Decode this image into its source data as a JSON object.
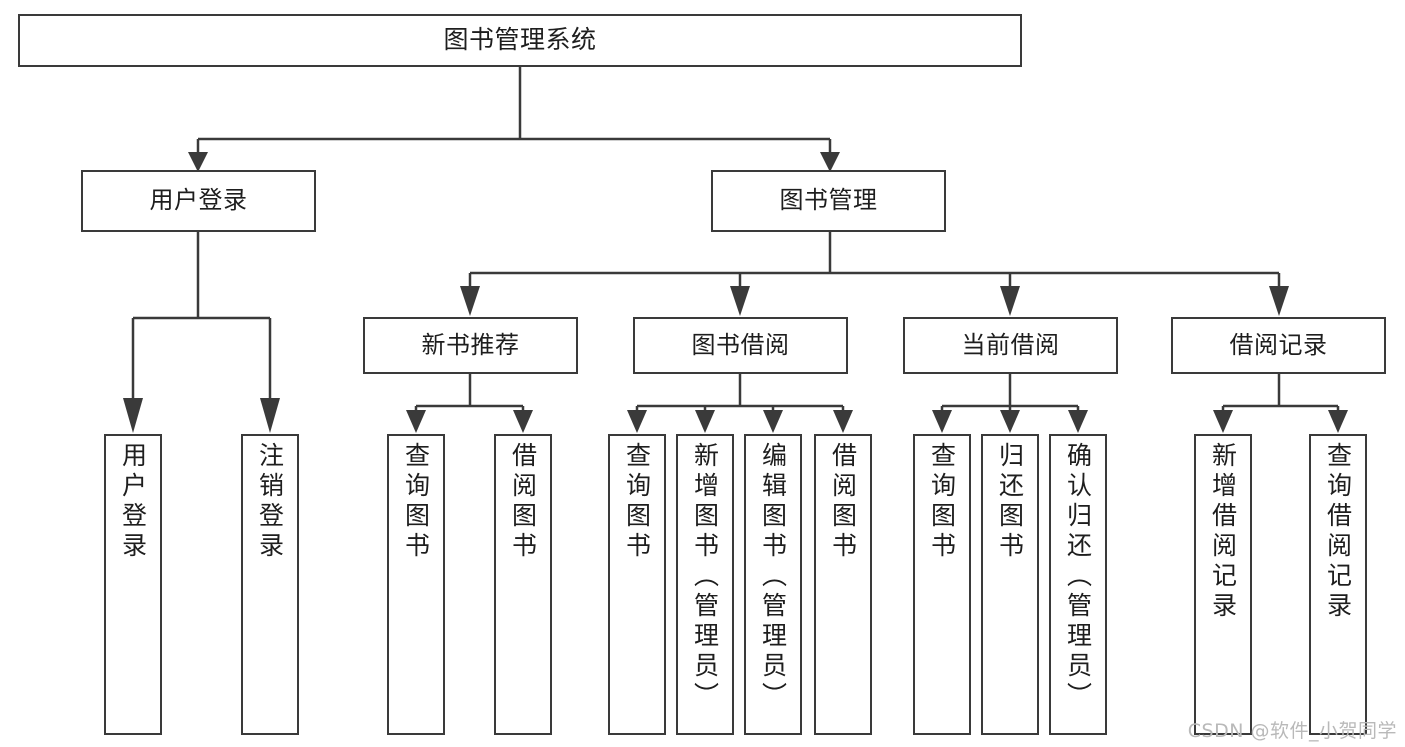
{
  "diagram": {
    "type": "tree",
    "title": "图书管理系统",
    "orientation": "top-down",
    "colors": {
      "box_border": "#3a3a3a",
      "box_fill": "#ffffff",
      "connector": "#3a3a3a",
      "text": "#1e1e1e",
      "watermark": "#b9b9b9",
      "background": "#ffffff"
    },
    "root": {
      "id": "root",
      "label": "图书管理系统"
    },
    "level2": [
      {
        "id": "user-login",
        "label": "用户登录"
      },
      {
        "id": "book-manage",
        "label": "图书管理"
      }
    ],
    "level3": [
      {
        "id": "new-book-rec",
        "label": "新书推荐"
      },
      {
        "id": "book-borrow",
        "label": "图书借阅"
      },
      {
        "id": "current-borrow",
        "label": "当前借阅"
      },
      {
        "id": "borrow-record",
        "label": "借阅记录"
      }
    ],
    "leaves": {
      "user_login": [
        {
          "id": "leaf-user-login",
          "label": "用户登录"
        },
        {
          "id": "leaf-logout",
          "label": "注销登录"
        }
      ],
      "new_book_rec": [
        {
          "id": "leaf-query-book-1",
          "label": "查询图书"
        },
        {
          "id": "leaf-borrow-book-1",
          "label": "借阅图书"
        }
      ],
      "book_borrow": [
        {
          "id": "leaf-query-book-2",
          "label": "查询图书"
        },
        {
          "id": "leaf-add-book",
          "label": "新增图书（管理员）"
        },
        {
          "id": "leaf-edit-book",
          "label": "编辑图书（管理员）"
        },
        {
          "id": "leaf-borrow-book-2",
          "label": "借阅图书"
        }
      ],
      "current_borrow": [
        {
          "id": "leaf-query-book-3",
          "label": "查询图书"
        },
        {
          "id": "leaf-return-book",
          "label": "归还图书"
        },
        {
          "id": "leaf-confirm-return",
          "label": "确认归还（管理员）"
        }
      ],
      "borrow_record": [
        {
          "id": "leaf-add-record",
          "label": "新增借阅记录"
        },
        {
          "id": "leaf-query-record",
          "label": "查询借阅记录"
        }
      ]
    }
  },
  "watermark": {
    "text": "CSDN @软件_小贺同学"
  }
}
